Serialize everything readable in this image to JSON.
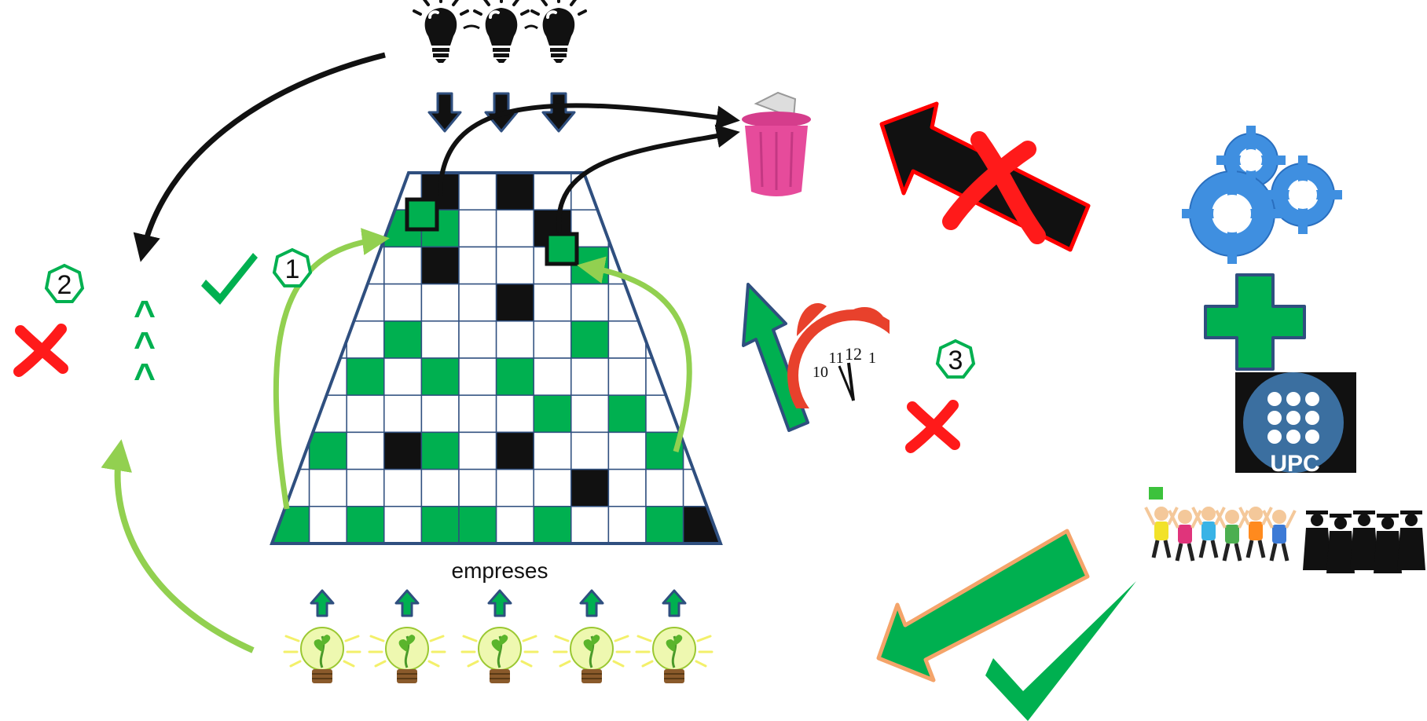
{
  "labels": {
    "grid_caption": "empreses",
    "step1": "1",
    "step2": "2",
    "step3": "3",
    "upc_logo_text": "UPC",
    "caret": "^"
  },
  "grid": {
    "rows": 10,
    "cols": 12,
    "cells": [
      [
        0,
        0,
        0,
        0,
        1,
        0,
        1,
        0,
        0,
        0,
        0,
        0
      ],
      [
        0,
        0,
        0,
        2,
        2,
        0,
        0,
        1,
        0,
        0,
        0,
        0
      ],
      [
        0,
        0,
        0,
        0,
        1,
        0,
        0,
        0,
        2,
        0,
        0,
        0
      ],
      [
        0,
        0,
        0,
        0,
        0,
        0,
        1,
        0,
        0,
        0,
        0,
        0
      ],
      [
        0,
        0,
        0,
        2,
        0,
        0,
        0,
        0,
        2,
        0,
        0,
        0
      ],
      [
        0,
        0,
        2,
        0,
        2,
        0,
        2,
        0,
        0,
        0,
        0,
        0
      ],
      [
        0,
        0,
        0,
        0,
        0,
        0,
        0,
        2,
        0,
        2,
        0,
        0
      ],
      [
        0,
        2,
        0,
        1,
        2,
        0,
        1,
        0,
        0,
        0,
        2,
        0
      ],
      [
        0,
        0,
        0,
        0,
        0,
        0,
        0,
        0,
        1,
        0,
        0,
        0
      ],
      [
        2,
        0,
        2,
        0,
        2,
        2,
        0,
        2,
        0,
        0,
        2,
        1
      ]
    ]
  },
  "colors": {
    "green": "#00b050",
    "light_green": "#92d050",
    "black": "#111111",
    "red": "#ff0000",
    "navy": "#2f4f7f",
    "pink": "#e64b9b",
    "upc_blue": "#3b6fa0",
    "gear_blue": "#3f8fe0",
    "orange_outline": "#f4a46a"
  },
  "icons": [
    "lightbulb-icon",
    "trash-can-icon",
    "alarm-clock-icon",
    "gears-icon",
    "plus-icon",
    "upc-logo",
    "students-graduates-icon",
    "sprout-bulb-icon",
    "checkmark-icon",
    "cross-icon"
  ]
}
